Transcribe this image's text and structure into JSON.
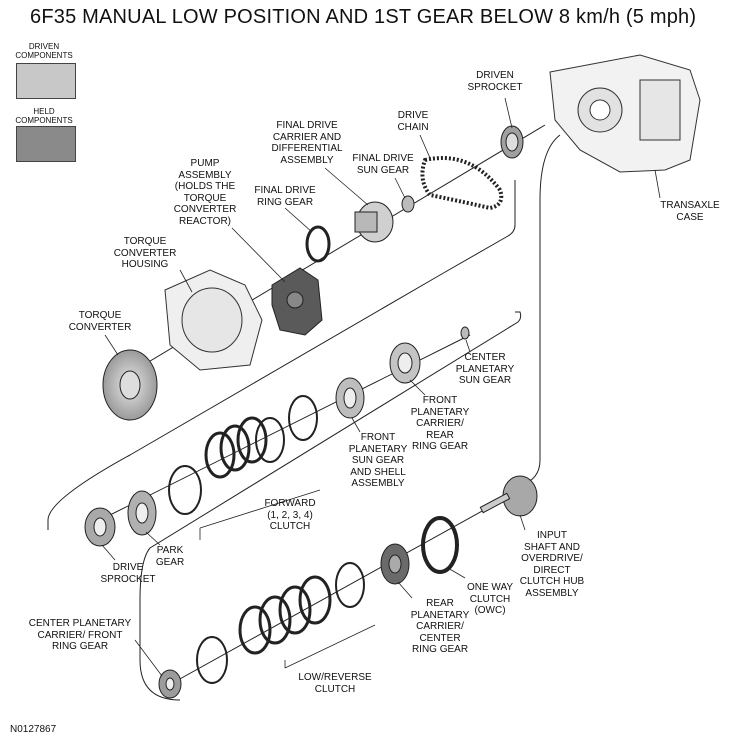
{
  "title": "6F35 MANUAL LOW POSITION AND 1ST GEAR BELOW 8 km/h (5 mph)",
  "legend": {
    "driven_label": "DRIVEN\nCOMPONENTS",
    "driven_color": "#c8c8c8",
    "held_label": "HELD\nCOMPONENTS",
    "held_color": "#8a8a8a"
  },
  "labels": {
    "driven_sprocket_top": "DRIVEN\nSPROCKET",
    "drive_chain": "DRIVE\nCHAIN",
    "final_drive_carrier": "FINAL DRIVE\nCARRIER AND\nDIFFERENTIAL\nASSEMBLY",
    "final_drive_sun_gear": "FINAL DRIVE\nSUN GEAR",
    "pump_assembly": "PUMP\nASSEMBLY\n(HOLDS THE\nTORQUE\nCONVERTER\nREACTOR)",
    "final_drive_ring_gear": "FINAL DRIVE\nRING GEAR",
    "torque_converter_housing": "TORQUE\nCONVERTER\nHOUSING",
    "torque_converter": "TORQUE\nCONVERTER",
    "transaxle_case": "TRANSAXLE\nCASE",
    "center_planetary_sun_gear": "CENTER\nPLANETARY\nSUN GEAR",
    "front_planetary_carrier": "FRONT\nPLANETARY\nCARRIER/\nREAR\nRING GEAR",
    "front_planetary_sun_gear": "FRONT\nPLANETARY\nSUN GEAR\nAND SHELL\nASSEMBLY",
    "forward_clutch": "FORWARD\n(1, 2, 3, 4)\nCLUTCH",
    "park_gear": "PARK\nGEAR",
    "drive_sprocket": "DRIVE\nSPROCKET",
    "input_shaft": "INPUT\nSHAFT AND\nOVERDRIVE/\nDIRECT\nCLUTCH HUB\nASSEMBLY",
    "one_way_clutch": "ONE WAY\nCLUTCH\n(OWC)",
    "rear_planetary_carrier": "REAR\nPLANETARY\nCARRIER/\nCENTER\nRING GEAR",
    "center_planetary_carrier": "CENTER PLANETARY\nCARRIER/ FRONT\nRING GEAR",
    "low_reverse_clutch": "LOW/REVERSE\nCLUTCH"
  },
  "reference_number": "N0127867"
}
